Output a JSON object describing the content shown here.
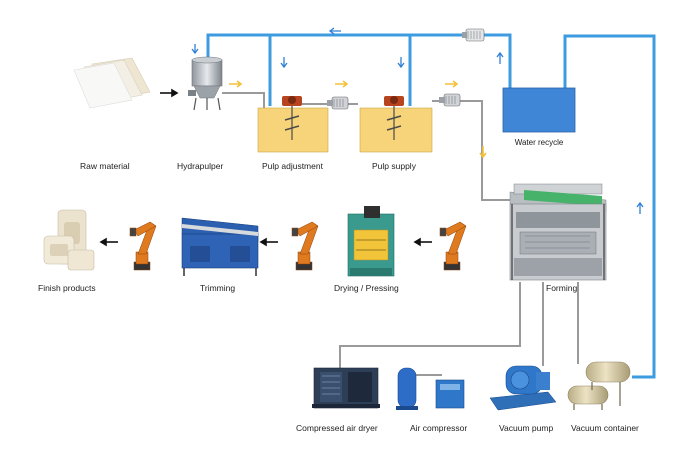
{
  "labels": {
    "raw_material": "Raw material",
    "hydrapulper": "Hydrapulper",
    "pulp_adjustment": "Pulp adjustment",
    "pulp_supply": "Pulp supply",
    "water_recycle": "Water recycle",
    "forming": "Forming",
    "drying_pressing": "Drying / Pressing",
    "trimming": "Trimming",
    "finish_products": "Finish products",
    "compressed_air_dryer": "Compressed air dryer",
    "air_compressor": "Air compressor",
    "vacuum_pump": "Vacuum pump",
    "vacuum_container": "Vacuum container"
  },
  "colors": {
    "water_line": "#3d9be0",
    "water_tank": "#3f86d6",
    "pulp_tank": "#f7d479",
    "flow_arrow_pulp": "#f3c13a",
    "flow_arrow_water": "#2f7fd6",
    "pipe": "#9a9a9a",
    "robot": "#e07a1f",
    "machine_blue": "#2b5fb0"
  },
  "icons": {
    "process_arrow": "black-arrow",
    "pulp_flow": "yellow-arrow",
    "water_flow": "blue-arrow",
    "pump": "pump-icon",
    "robot_arm": "robot-arm-icon"
  }
}
